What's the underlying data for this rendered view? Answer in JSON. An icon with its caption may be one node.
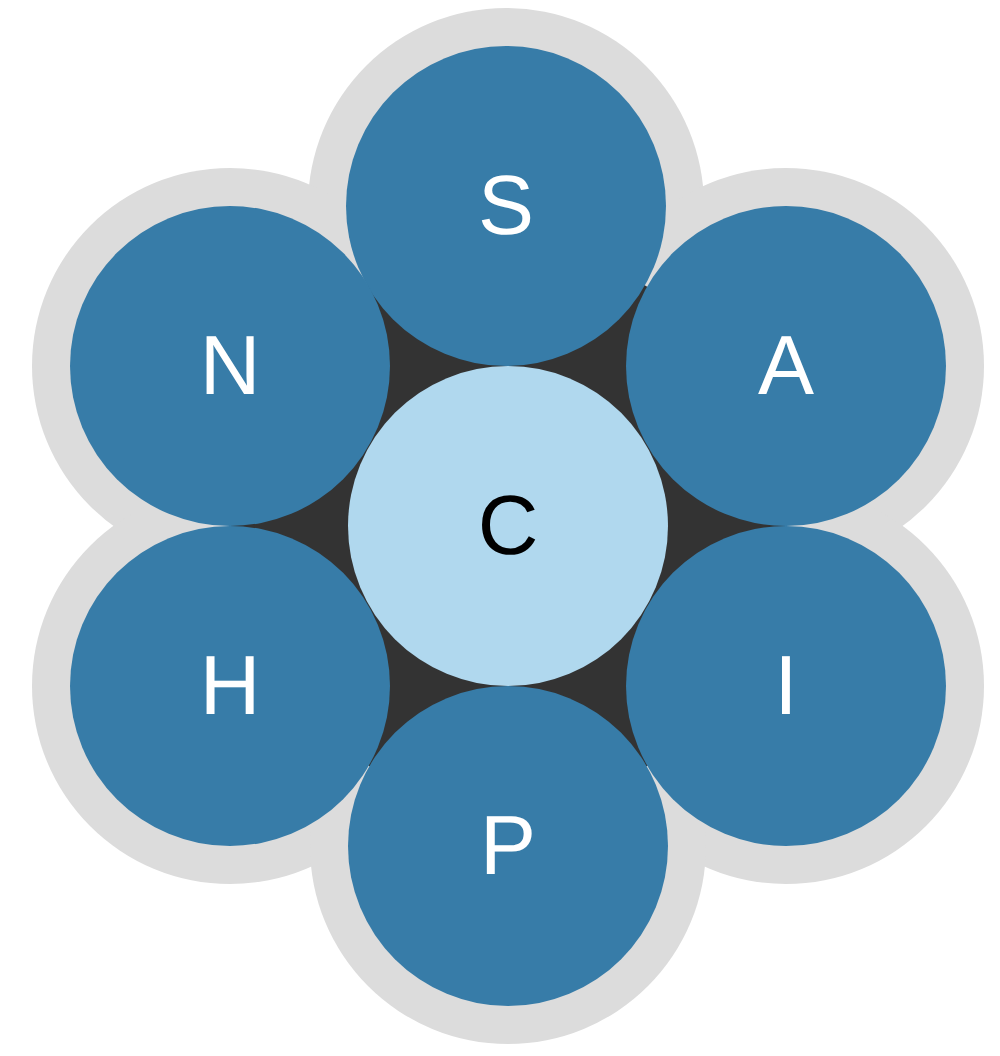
{
  "diagram": {
    "nodes": [
      {
        "text": [
          "S"
        ]
      },
      {
        "text": [
          "N"
        ]
      },
      {
        "text": [
          "A"
        ]
      },
      {
        "text": [
          "C"
        ]
      },
      {
        "text": [
          "H"
        ]
      },
      {
        "text": [
          "I"
        ]
      },
      {
        "text": [
          "P"
        ]
      }
    ]
  }
}
